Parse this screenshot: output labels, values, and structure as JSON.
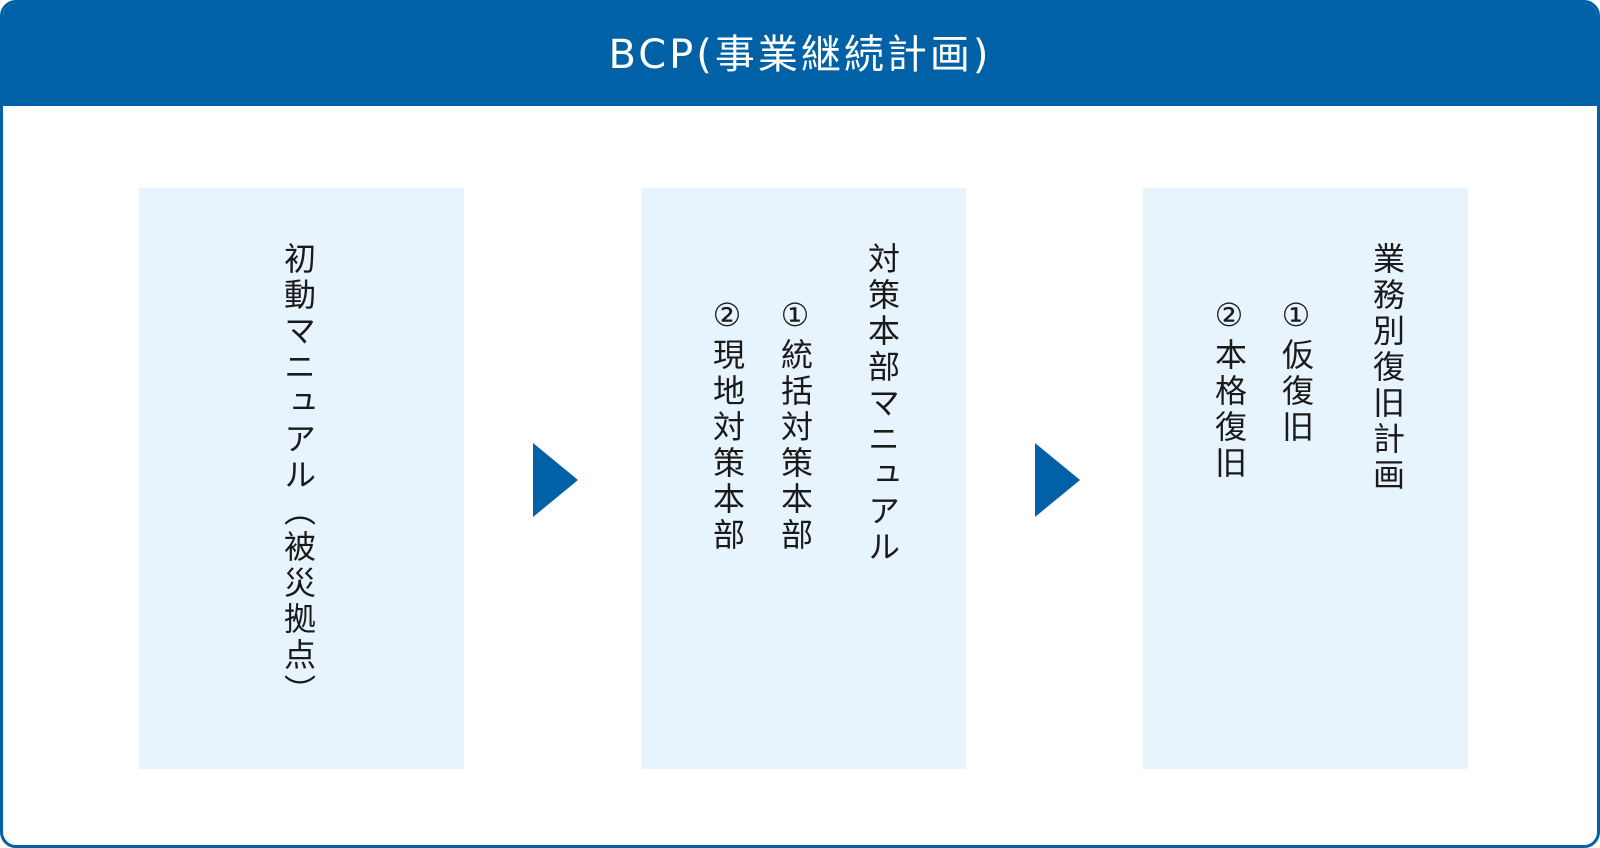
{
  "header": {
    "title": "BCP(事業継続計画)"
  },
  "flow": {
    "initial": {
      "title": "初動マニュアル（被災拠点）"
    },
    "hq": {
      "title": "対策本部マニュアル",
      "items": [
        "①統括対策本部",
        "②現地対策本部"
      ]
    },
    "recovery": {
      "title": "業務別復旧計画",
      "items": [
        "①仮復旧",
        "②本格復旧"
      ]
    }
  },
  "colors": {
    "primary": "#0061a6",
    "box_background": "#e8f4fd",
    "text": "#1a1a1a"
  }
}
